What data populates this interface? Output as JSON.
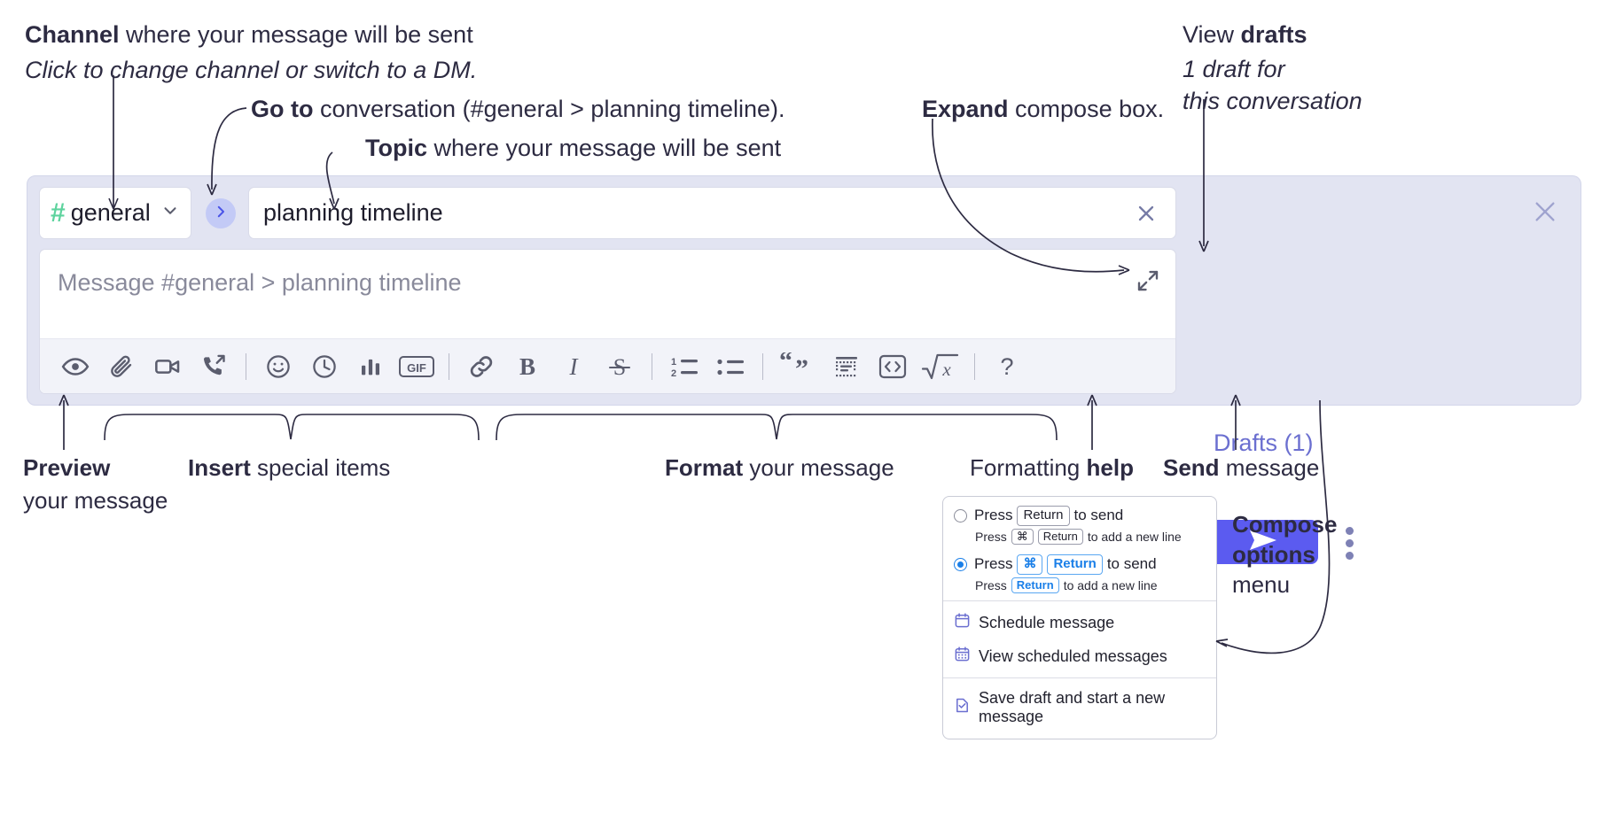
{
  "annotations": {
    "channel": {
      "bold": "Channel",
      "rest": " where your message will be sent",
      "italic": "Click to change channel or switch to a DM."
    },
    "goto": {
      "bold": "Go to",
      "rest": " conversation (#general > planning timeline)."
    },
    "topic": {
      "bold": "Topic",
      "rest": " where your message will be sent"
    },
    "expand": {
      "bold": "Expand",
      "rest": " compose box."
    },
    "drafts": {
      "lead": "View ",
      "bold": "drafts",
      "italic1": "1 draft for",
      "italic2": "this conversation"
    },
    "preview": {
      "bold": "Preview",
      "line2": "your message"
    },
    "insert": {
      "bold": "Insert",
      "rest": " special items"
    },
    "format": {
      "bold": "Format",
      "rest": " your message"
    },
    "help": {
      "lead": "Formatting ",
      "bold": "help"
    },
    "send": {
      "bold": "Send",
      "rest": " message"
    },
    "compose_options": {
      "bold1": "Compose",
      "bold2": "options",
      "rest": "menu"
    }
  },
  "compose": {
    "channel": {
      "hash": "#",
      "name": "general",
      "chevron_icon": "chevron-down-icon"
    },
    "goto_button": {
      "icon": "chevron-right-icon"
    },
    "topic": {
      "value": "planning timeline",
      "clear_icon": "close-icon"
    },
    "message": {
      "placeholder": "Message #general > planning timeline",
      "expand_icon": "expand-icon"
    },
    "drafts_link": "Drafts (1)",
    "panel_close_icon": "close-icon",
    "send_button": {
      "icon": "send-icon",
      "label": ""
    },
    "options_kebab_icon": "kebab-vertical-icon",
    "toolbar": [
      {
        "name": "preview-icon",
        "label": "Preview"
      },
      {
        "name": "attachment-icon",
        "label": "Attach file"
      },
      {
        "name": "video-icon",
        "label": "Video clip"
      },
      {
        "name": "audio-call-icon",
        "label": "Audio clip"
      },
      {
        "name": "divider",
        "label": ""
      },
      {
        "name": "emoji-icon",
        "label": "Emoji"
      },
      {
        "name": "clock-icon",
        "label": "Reminder"
      },
      {
        "name": "poll-icon",
        "label": "Poll"
      },
      {
        "name": "gif-icon",
        "label": "GIF"
      },
      {
        "name": "divider",
        "label": ""
      },
      {
        "name": "link-icon",
        "label": "Link"
      },
      {
        "name": "bold-icon",
        "label": "B"
      },
      {
        "name": "italic-icon",
        "label": "I"
      },
      {
        "name": "strikethrough-icon",
        "label": "S"
      },
      {
        "name": "divider",
        "label": ""
      },
      {
        "name": "ordered-list-icon",
        "label": "Ordered list"
      },
      {
        "name": "bulleted-list-icon",
        "label": "Bulleted list"
      },
      {
        "name": "divider",
        "label": ""
      },
      {
        "name": "blockquote-icon",
        "label": "Quote"
      },
      {
        "name": "code-block-icon",
        "label": "Code block"
      },
      {
        "name": "code-icon",
        "label": "Code"
      },
      {
        "name": "math-icon",
        "label": "Math"
      },
      {
        "name": "divider",
        "label": ""
      },
      {
        "name": "help-icon",
        "label": "?"
      }
    ]
  },
  "options_menu": {
    "send_options": [
      {
        "selected": false,
        "prefix": "Press",
        "keys": [
          "Return"
        ],
        "suffix": "to send",
        "sub_prefix": "Press",
        "sub_keys": [
          "⌘",
          "Return"
        ],
        "sub_suffix": "to add a new line"
      },
      {
        "selected": true,
        "prefix": "Press",
        "keys": [
          "⌘",
          "Return"
        ],
        "suffix": "to send",
        "sub_prefix": "Press",
        "sub_keys": [
          "Return"
        ],
        "sub_suffix": "to add a new line"
      }
    ],
    "items": [
      {
        "icon": "calendar-icon",
        "label": "Schedule message"
      },
      {
        "icon": "calendar-grid-icon",
        "label": "View scheduled messages"
      },
      {
        "icon": "save-draft-icon",
        "label": "Save draft and start a new message"
      }
    ]
  },
  "colors": {
    "panel_bg": "#e2e4f2",
    "accent_purple": "#5b5bf0",
    "drafts_text": "#6b6fd0",
    "hash_green": "#5ed39e",
    "goto_bg": "#c3caf6",
    "ink": "#2d2b42"
  }
}
